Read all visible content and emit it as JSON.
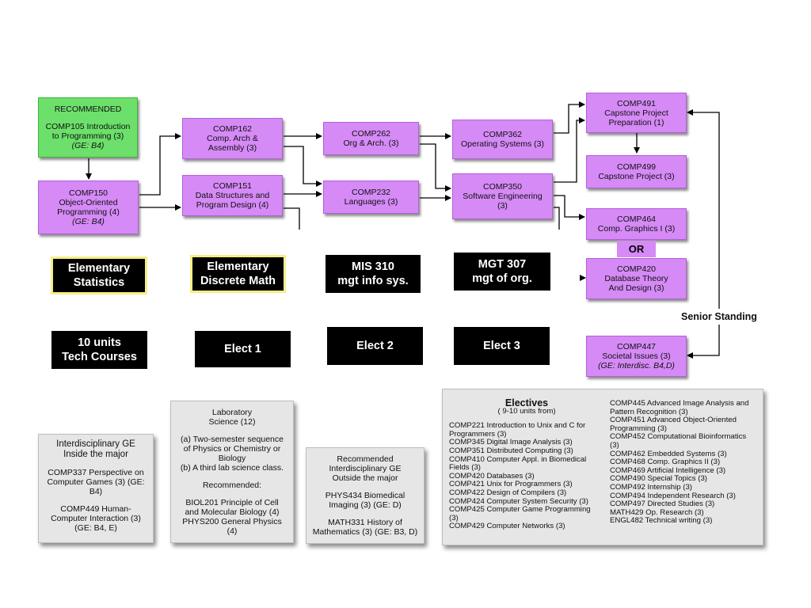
{
  "flow": {
    "recommended": {
      "heading": "RECOMMENDED",
      "line1": "COMP105 Introduction",
      "line2": "to Programming (3)",
      "ge": "(GE: B4)"
    },
    "comp150": {
      "line1": "COMP150",
      "line2": "Object-Oriented",
      "line3": "Programming (4)",
      "ge": "(GE: B4)"
    },
    "comp162": {
      "line1": "COMP162",
      "line2": "Comp. Arch &",
      "line3": "Assembly (3)"
    },
    "comp151": {
      "line1": "COMP151",
      "line2": "Data Structures and",
      "line3": "Program Design (4)"
    },
    "comp262": {
      "line1": "COMP262",
      "line2": "Org & Arch. (3)"
    },
    "comp232": {
      "line1": "COMP232",
      "line2": "Languages (3)"
    },
    "comp362": {
      "line1": "COMP362",
      "line2": "Operating Systems  (3)"
    },
    "comp350": {
      "line1": "COMP350",
      "line2": "Software Engineering",
      "line3": "(3)"
    },
    "comp491": {
      "line1": "COMP491",
      "line2": "Capstone Project",
      "line3": "Preparation (1)"
    },
    "comp499": {
      "line1": "COMP499",
      "line2": "Capstone Project (3)"
    },
    "comp464": {
      "line1": "COMP464",
      "line2": "Comp. Graphics I (3)"
    },
    "or_label": "OR",
    "comp420": {
      "line1": "COMP420",
      "line2": "Database Theory",
      "line3": "And Design (3)"
    },
    "comp447": {
      "line1": "COMP447",
      "line2": "Societal Issues (3)",
      "ge": "(GE: Interdisc. B4,D)"
    },
    "senior_standing": "Senior Standing"
  },
  "requirements": {
    "stats": {
      "line1": "Elementary",
      "line2": "Statistics"
    },
    "discrete": {
      "line1": "Elementary",
      "line2": "Discrete Math"
    },
    "mis310": {
      "line1": "MIS 310",
      "line2": "mgt info sys."
    },
    "mgt307": {
      "line1": "MGT 307",
      "line2": "mgt of org."
    },
    "tech": {
      "line1": "10 units",
      "line2": "Tech Courses"
    },
    "elect1": "Elect 1",
    "elect2": "Elect 2",
    "elect3": "Elect 3"
  },
  "notes": {
    "ge_inside": {
      "title1": "Interdisciplinary GE",
      "title2": "Inside the major",
      "c1": [
        "COMP337 Perspective on",
        "Computer Games (3) (GE:",
        "B4)"
      ],
      "c2": [
        "COMP449 Human-",
        "Computer Interaction (3)",
        "(GE: B4, E)"
      ]
    },
    "lab_science": {
      "title1": "Laboratory",
      "title2": "Science (12)",
      "a": [
        "(a) Two-semester sequence",
        "of Physics or Chemistry or",
        "Biology"
      ],
      "b": "(b) A third lab science class.",
      "rec": "Recommended:",
      "r": [
        "BIOL201 Principle of Cell",
        "and Molecular Biology (4)",
        "PHYS200 General Physics",
        "(4)"
      ]
    },
    "ge_outside": {
      "title": [
        "Recommended",
        "Interdisciplinary GE",
        "Outside the major"
      ],
      "c1": [
        "PHYS434 Biomedical",
        "Imaging (3)  (GE: D)"
      ],
      "c2": [
        "MATH331 History of",
        "Mathematics (3) (GE: B3, D)"
      ]
    }
  },
  "electives": {
    "title": "Electives",
    "subtitle": "( 9-10 units from)",
    "left": [
      "COMP221 Introduction to Unix and C for",
      "Programmers (3)",
      "COMP345 Digital Image Analysis (3)",
      "COMP351 Distributed Computing (3)",
      "COMP410 Computer Appl. in Biomedical",
      "Fields (3)",
      "COMP420 Databases (3)",
      "COMP421 Unix for Programmers (3)",
      "COMP422 Design of Compilers (3)",
      "COMP424 Computer System Security (3)",
      "COMP425 Computer Game Programming",
      "(3)",
      "COMP429 Computer Networks (3)"
    ],
    "right": [
      "COMP445 Advanced Image Analysis and",
      "Pattern Recognition (3)",
      "COMP451 Advanced Object-Oriented",
      "Programming (3)",
      "COMP452 Computational Bioinformatics",
      "(3)",
      "COMP462 Embedded Systems (3)",
      "COMP468 Comp. Graphics II (3)",
      "COMP469 Artificial Intelligence (3)",
      "COMP490 Special Topics (3)",
      "COMP492 Internship (3)",
      "COMP494 Independent Research (3)",
      "COMP497 Directed Studies (3)",
      "MATH429 Op. Research (3)",
      "ENGL482 Technical writing (3)"
    ]
  }
}
